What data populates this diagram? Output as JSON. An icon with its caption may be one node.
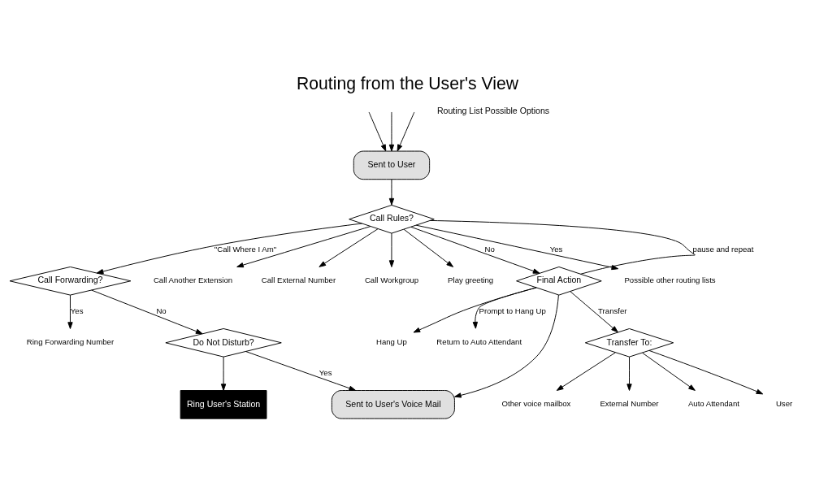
{
  "diagram": {
    "title": "Routing from the User's View",
    "nodes": [
      {
        "text": [
          "Sent to User"
        ]
      },
      {
        "text": [
          "Call Rules?"
        ]
      },
      {
        "text": [
          "Possible other routing lists"
        ]
      },
      {
        "text": [
          "Call Forwarding?"
        ]
      },
      {
        "text": [
          "Ring Forwarding Number"
        ]
      },
      {
        "text": [
          "Call Another Extension"
        ]
      },
      {
        "text": [
          "Call External Number"
        ]
      },
      {
        "text": [
          "Call Workgroup"
        ]
      },
      {
        "text": [
          "Play greeting"
        ]
      },
      {
        "text": [
          "Do Not Disturb?"
        ]
      },
      {
        "text": [
          "Sent to User's Voice Mail"
        ]
      },
      {
        "text": [
          "External Number"
        ]
      },
      {
        "text": [
          "Auto Attendant"
        ]
      },
      {
        "text": [
          "User"
        ]
      },
      {
        "text": [
          "Other voice mailbox"
        ]
      },
      {
        "text": [
          "Transfer To:"
        ]
      },
      {
        "text": [
          "Final Action"
        ]
      },
      {
        "text": [
          "Hang Up"
        ]
      },
      {
        "text": [
          "Return to Auto Attendant"
        ]
      },
      {
        "text": [
          "Ring User's Station"
        ]
      }
    ],
    "edges": [
      {
        "from": null,
        "to": 0,
        "arrow": "to"
      },
      {
        "from": null,
        "to": 0,
        "arrow": "to"
      },
      {
        "from": null,
        "to": 0,
        "arrow": "to"
      },
      {
        "from": 0,
        "to": 1,
        "arrow": "to"
      },
      {
        "from": 1,
        "to": 2,
        "arrow": "to",
        "label": "Yes"
      },
      {
        "from": 1,
        "to": 16,
        "arrow": "to",
        "label": "No"
      },
      {
        "from": 1,
        "to": 3,
        "arrow": "to",
        "label": "\"Call Where I Am\""
      },
      {
        "from": 1,
        "to": 5,
        "arrow": "to"
      },
      {
        "from": 1,
        "to": 6,
        "arrow": "to"
      },
      {
        "from": 1,
        "to": 7,
        "arrow": "to"
      },
      {
        "from": 1,
        "to": 8,
        "arrow": "to"
      },
      {
        "from": 3,
        "to": 4,
        "arrow": "to",
        "label": "Yes"
      },
      {
        "from": 3,
        "to": 9,
        "arrow": "to",
        "label": "No"
      },
      {
        "from": 9,
        "to": 10,
        "arrow": "to",
        "label": "Yes"
      },
      {
        "from": 9,
        "to": 19,
        "arrow": "to"
      },
      {
        "from": 16,
        "to": 10,
        "arrow": "to"
      },
      {
        "from": 16,
        "to": 1,
        "arrow": "none",
        "label": "pause and repeat"
      },
      {
        "from": 16,
        "to": 15,
        "arrow": "to",
        "label": "Transfer"
      },
      {
        "from": 16,
        "to": 17,
        "arrow": "to"
      },
      {
        "from": 16,
        "to": 18,
        "arrow": "to",
        "label": "Prompt to Hang Up"
      },
      {
        "from": 15,
        "to": 11,
        "arrow": "to"
      },
      {
        "from": 15,
        "to": 12,
        "arrow": "to"
      },
      {
        "from": 15,
        "to": 13,
        "arrow": "to"
      },
      {
        "from": 15,
        "to": 14,
        "arrow": "to"
      }
    ],
    "labels": [
      "Routing List Possible Options"
    ]
  }
}
